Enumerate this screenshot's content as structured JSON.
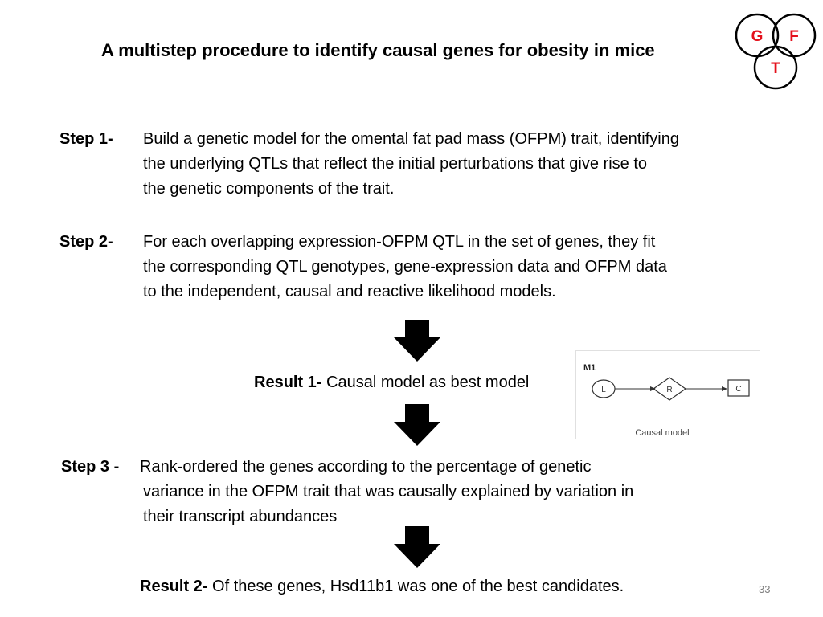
{
  "title": "A multistep procedure to identify causal genes for obesity in mice",
  "logo": {
    "letter_g": "G",
    "letter_f": "F",
    "letter_t": "T",
    "letter_color": "#e4101b"
  },
  "step1": {
    "label": "Step 1-",
    "lines": [
      "Build a genetic model for the omental fat pad mass (OFPM) trait, identifying",
      "the underlying QTLs that reflect the initial perturbations that give rise to",
      "the genetic components of the trait."
    ]
  },
  "step2": {
    "label": "Step 2-",
    "lines": [
      "For each overlapping expression-OFPM QTL in the set of genes, they fit",
      "the corresponding QTL genotypes, gene-expression data and OFPM data",
      "to the independent, causal and reactive likelihood models."
    ]
  },
  "result1": {
    "label": "Result 1-",
    "text": " Causal model as best model"
  },
  "figure": {
    "model_id": "M1",
    "node_l": "L",
    "node_r": "R",
    "node_c": "C",
    "caption": "Causal model"
  },
  "step3": {
    "label": "Step 3 -",
    "lines": [
      "Rank-ordered the genes according to the percentage of genetic",
      "variance in the OFPM trait that was causally explained by variation in",
      "their transcript abundances"
    ]
  },
  "result2": {
    "label": "Result 2-",
    "text": " Of these genes, Hsd11b1 was one of  the best candidates."
  },
  "page_number": "33"
}
